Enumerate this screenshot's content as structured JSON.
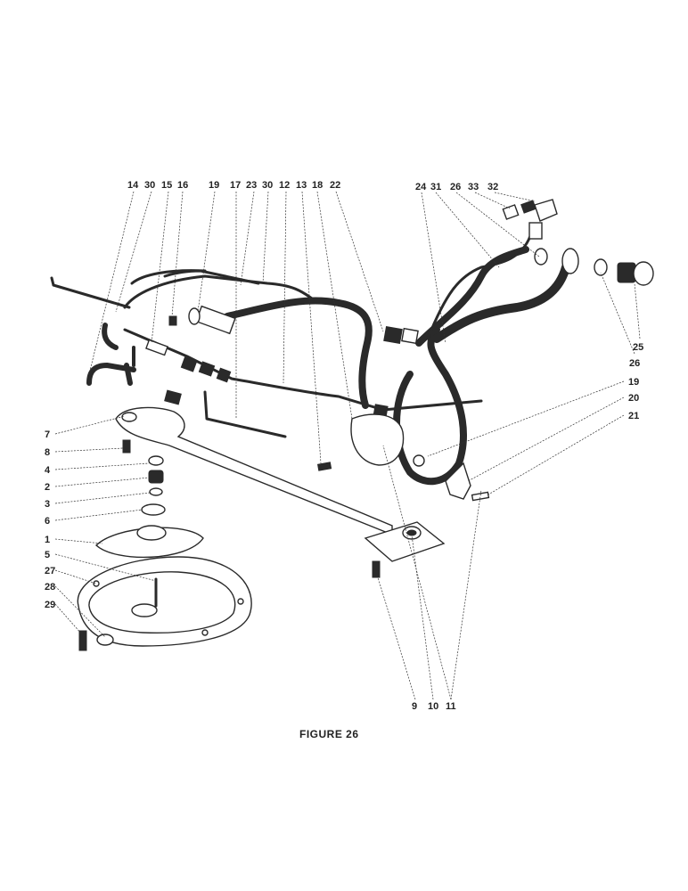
{
  "figure": {
    "caption": "FIGURE 26",
    "labels": {
      "top_left": [
        "14",
        "30",
        "15",
        "16",
        "19",
        "17",
        "23",
        "30",
        "12",
        "13",
        "18",
        "22"
      ],
      "top_right": [
        "24",
        "31",
        "26",
        "33",
        "32"
      ],
      "right": [
        "25",
        "26",
        "19",
        "20",
        "21"
      ],
      "left": [
        "7",
        "8",
        "4",
        "2",
        "3",
        "6",
        "1",
        "5",
        "27",
        "28",
        "29"
      ],
      "bottom": [
        "9",
        "10",
        "11"
      ]
    }
  }
}
